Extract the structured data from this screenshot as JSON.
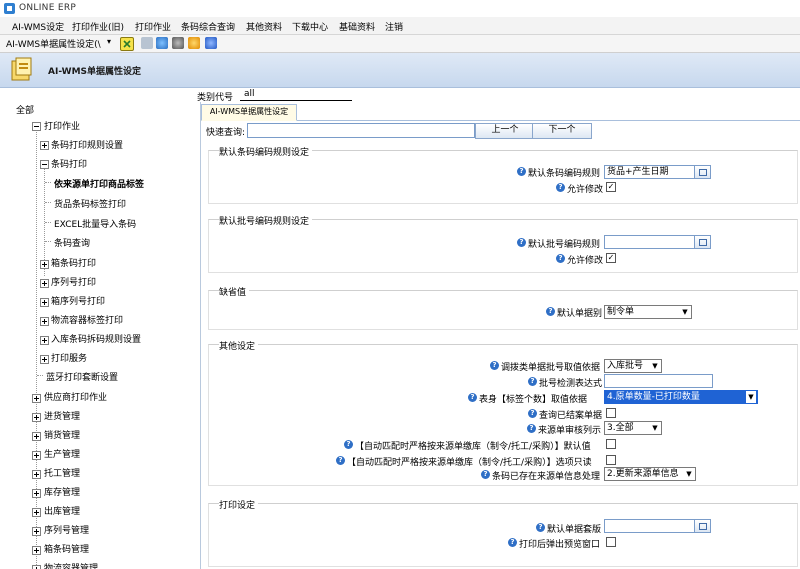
{
  "app": {
    "title": "ONLINE ERP"
  },
  "menu": [
    "AI-WMS设定",
    "打印作业(旧)",
    "打印作业",
    "条码综合查询",
    "其他资料",
    "下载中心",
    "基础资料",
    "注销"
  ],
  "toolbar": {
    "combo_value": "AI-WMS单据属性设定(\\",
    "combo_arrow": "▾"
  },
  "banner": {
    "title": "AI-WMS单据属性设定"
  },
  "category": {
    "label": "类别代号",
    "value": "all"
  },
  "tree": {
    "root": "全部",
    "print_jobs": "打印作业",
    "barcode_rule": "条码打印规则设置",
    "barcode_print": "条码打印",
    "print_from_source": "依来源单打印商品标签",
    "goods_label": "货品条码标签打印",
    "excel_import": "EXCEL批量导入条码",
    "barcode_query": "条码查询",
    "box_barcode": "箱条码打印",
    "serial_print": "序列号打印",
    "box_serial": "箱序列号打印",
    "container_label": "物流容器标签打印",
    "inbound_split": "入库条码拆码规则设置",
    "print_service": "打印服务",
    "bt_print": "蓝牙打印套断设置",
    "supplier_print": "供应商打印作业",
    "purchase": "进货管理",
    "sales": "销货管理",
    "production": "生产管理",
    "outsourcing": "托工管理",
    "stock": "库存管理",
    "outbound": "出库管理",
    "serial_mgmt": "序列号管理",
    "box_mgmt": "箱条码管理",
    "container_mgmt": "物流容器管理"
  },
  "tab": {
    "label": "AI-WMS单据属性设定"
  },
  "quick": {
    "label": "快速查询:",
    "value": "",
    "prev": "上一个",
    "next": "下一个"
  },
  "groups": {
    "barcode": {
      "title": "默认条码编码规则设定",
      "rule_label": "默认条码编码规则",
      "rule_value": "货品+产生日期",
      "allow_label": "允许修改"
    },
    "batch": {
      "title": "默认批号编码规则设定",
      "rule_label": "默认批号编码规则",
      "rule_value": "",
      "allow_label": "允许修改"
    },
    "default": {
      "title": "缺省值",
      "doc_label": "默认单据别",
      "doc_value": "制令单"
    },
    "other": {
      "title": "其他设定",
      "r1_label": "调拨类单据批号取值依据",
      "r1_value": "入库批号",
      "r2_label": "批号检测表达式",
      "r2_value": "",
      "r3_label": "表身【标签个数】取值依据",
      "r3_value": "4.原单数量-已打印数量",
      "r4_label": "查询已结案单据",
      "r5_label": "来源单审核列示",
      "r5_value": "3.全部",
      "r6_label": "【自动匹配时严格按来源单缴库（制令/托工/采购）】默认值",
      "r7_label": "【自动匹配时严格按来源单缴库（制令/托工/采购）】选项只读",
      "r8_label": "条码已存在来源单信息处理",
      "r8_value": "2.更新来源单信息"
    },
    "print": {
      "title": "打印设定",
      "tpl_label": "默认单据套版",
      "tpl_value": "",
      "preview_label": "打印后弹出预览窗口"
    }
  },
  "help_glyph": "?",
  "check_glyph": "✓",
  "colors": {
    "banner": "#c7d8ee",
    "accent": "#2f6fc6",
    "highlight": "#1f63d4"
  }
}
